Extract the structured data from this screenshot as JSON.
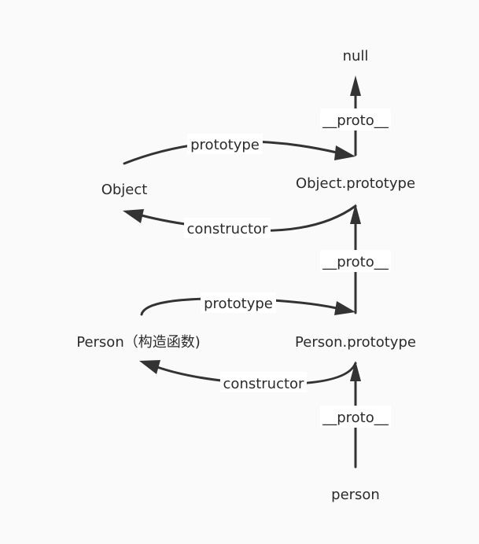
{
  "nodes": {
    "null": "null",
    "object_prototype": "Object.prototype",
    "object": "Object",
    "person_constructor": "Person（构造函数)",
    "person_prototype": "Person.prototype",
    "person": "person"
  },
  "edges": {
    "proto_1": "__proto__",
    "proto_2": "__proto__",
    "proto_3": "__proto__",
    "prototype_1": "prototype",
    "prototype_2": "prototype",
    "constructor_1": "constructor",
    "constructor_2": "constructor"
  },
  "colors": {
    "line": "#333333",
    "text": "#2b2b2b",
    "label_background": "#ffffff",
    "page_background": "#fafafa"
  }
}
